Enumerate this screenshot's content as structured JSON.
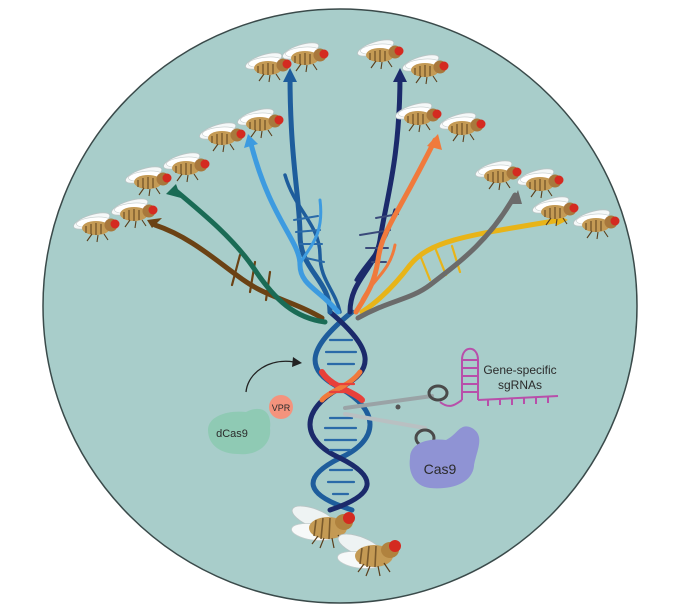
{
  "labels": {
    "sgrna_line1": "Gene-specific",
    "sgrna_line2": "sgRNAs",
    "cas9": "Cas9",
    "dcas9": "dCas9",
    "vpr": "VPR"
  },
  "colors": {
    "background_circle": "#a8cdca",
    "circle_outline": "#3a4a4a",
    "dna_navy": "#1b2a6b",
    "dna_blue": "#1e5d9c",
    "dna_light_blue": "#3d9be0",
    "dna_orange": "#f07a3c",
    "dna_gold": "#e8b418",
    "dna_gray": "#6b6b6b",
    "dna_brown": "#6b4214",
    "dna_green": "#1a6b55",
    "target_red": "#e8403a",
    "cas9_purple": "#8f93d4",
    "dcas9_green": "#8fcab4",
    "vpr_salmon": "#f4937d",
    "sgrna_purple": "#b84faa",
    "fly_body": "#c49a54",
    "fly_eye": "#d42a20"
  },
  "icons": [
    "fruit-fly-icon",
    "scissors-icon",
    "dna-helix-icon",
    "cas9-protein-icon",
    "dcas9-protein-icon",
    "sgrna-icon",
    "arrow-icon"
  ]
}
